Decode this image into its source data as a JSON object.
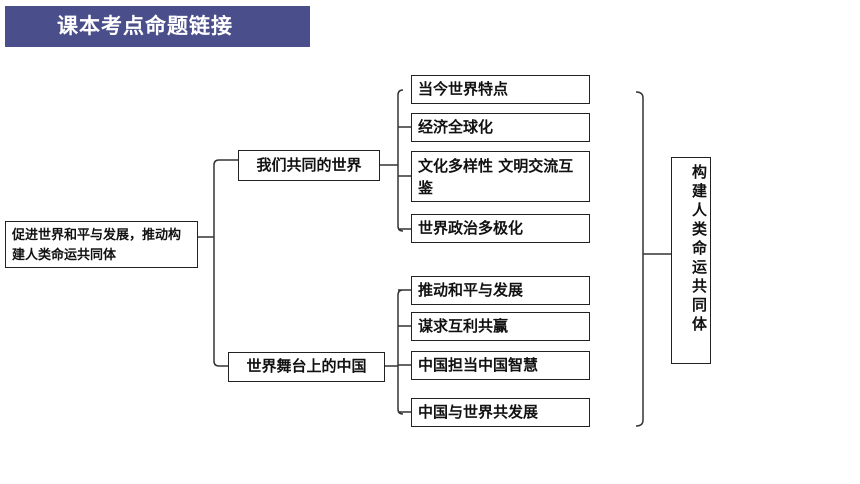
{
  "header": {
    "title": "课本考点命题链接"
  },
  "root": {
    "label": "促进世界和平与发展，推动构建人类命运共同体"
  },
  "branches": [
    {
      "label": "我们共同的世界",
      "items": [
        "当今世界特点",
        "经济全球化",
        "文化多样性 文明交流互鉴",
        "世界政治多极化"
      ]
    },
    {
      "label": "世界舞台上的中国",
      "items": [
        "推动和平与发展",
        "谋求互利共赢",
        "中国担当中国智慧",
        "中国与世界共发展"
      ]
    }
  ],
  "summary": {
    "label": "构建人类命运共同体"
  }
}
